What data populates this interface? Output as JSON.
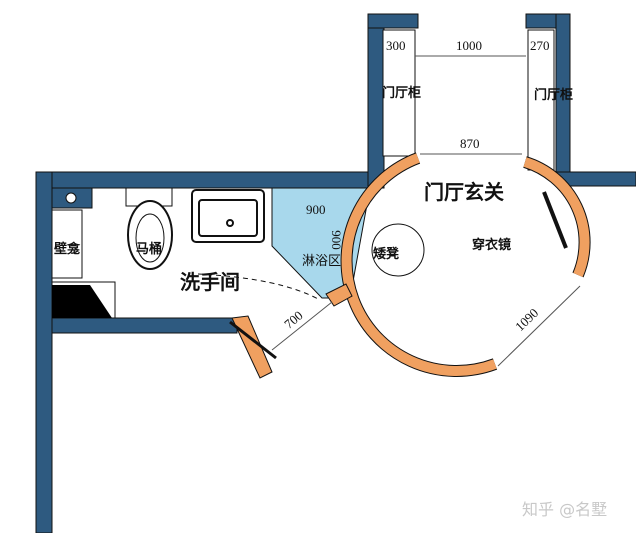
{
  "colors": {
    "wall": "#2e5a80",
    "door": "#f0a060",
    "shower": "#a8d8ec",
    "outline": "#111111"
  },
  "rooms": {
    "entrance": "门厅玄关",
    "washroom": "洗手间",
    "shower": "淋浴区"
  },
  "fixtures": {
    "hall_cabinet_left": "门厅柜",
    "hall_cabinet_right": "门厅柜",
    "wall_cabinet": "壁龛",
    "toilet": "马桶",
    "stool": "矮凳",
    "mirror": "穿衣镜"
  },
  "dimensions": {
    "left_cabinet_width": "300",
    "corridor_width": "1000",
    "right_cabinet_width": "270",
    "entrance_opening": "870",
    "shower_w": "900",
    "shower_d": "900",
    "washroom_door": "700",
    "round_opening": "1090"
  },
  "watermark": "知乎 @名墅"
}
